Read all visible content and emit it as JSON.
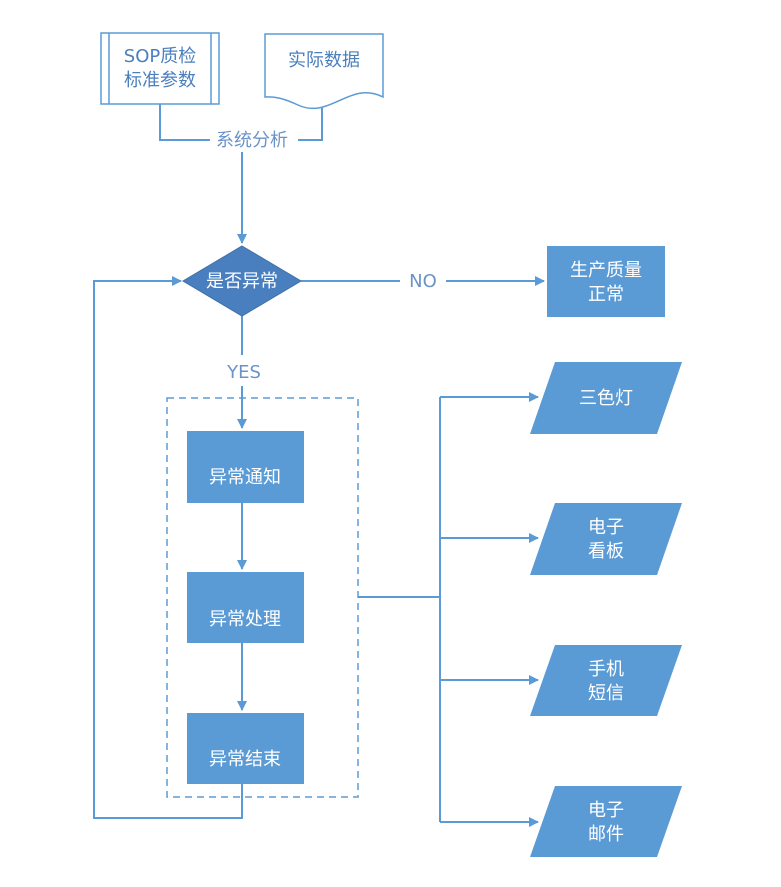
{
  "nodes": {
    "sop": {
      "lines": [
        "SOP质检",
        "标准参数"
      ]
    },
    "actual": {
      "label": "实际数据"
    },
    "decision": {
      "label": "是否异常"
    },
    "normal": {
      "lines": [
        "生产质量",
        "正常"
      ]
    },
    "notify": {
      "label": "异常通知"
    },
    "handle": {
      "label": "异常处理"
    },
    "finish": {
      "label": "异常结束"
    },
    "out1": {
      "lines": [
        "三色灯"
      ]
    },
    "out2": {
      "lines": [
        "电子",
        "看板"
      ]
    },
    "out3": {
      "lines": [
        "手机",
        "短信"
      ]
    },
    "out4": {
      "lines": [
        "电子",
        "邮件"
      ]
    }
  },
  "edges": {
    "analysis": "系统分析",
    "no": "NO",
    "yes": "YES"
  },
  "colors": {
    "box_fill": "#5b9bd5",
    "decision_fill": "#4a7fbf",
    "line": "#5b9bd5",
    "light_fill": "#ffffff"
  }
}
